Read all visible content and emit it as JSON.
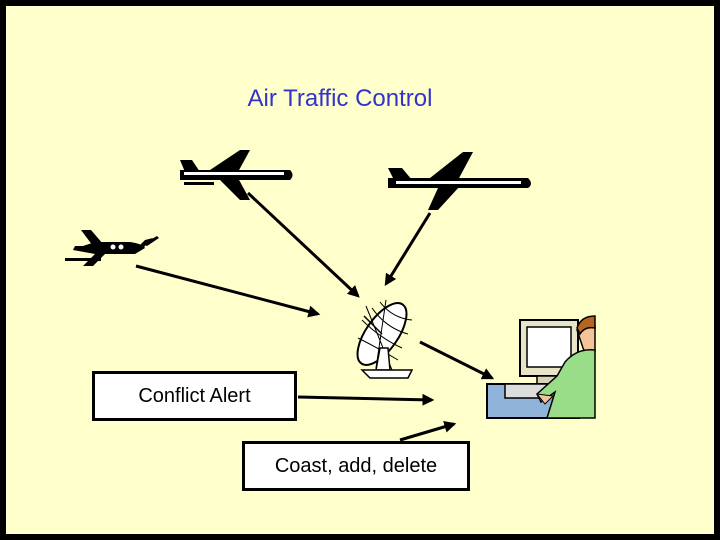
{
  "title": "Air Traffic Control",
  "conflict_alert_label": "Conflict Alert",
  "coast_label": "Coast, add, delete",
  "colors": {
    "background": "#ffffcc",
    "frame": "#000000",
    "title": "#3333cc"
  },
  "icons": [
    "jet-airplane-icon",
    "propeller-airplane-icon",
    "radar-dish-icon",
    "air-traffic-controller-icon"
  ]
}
